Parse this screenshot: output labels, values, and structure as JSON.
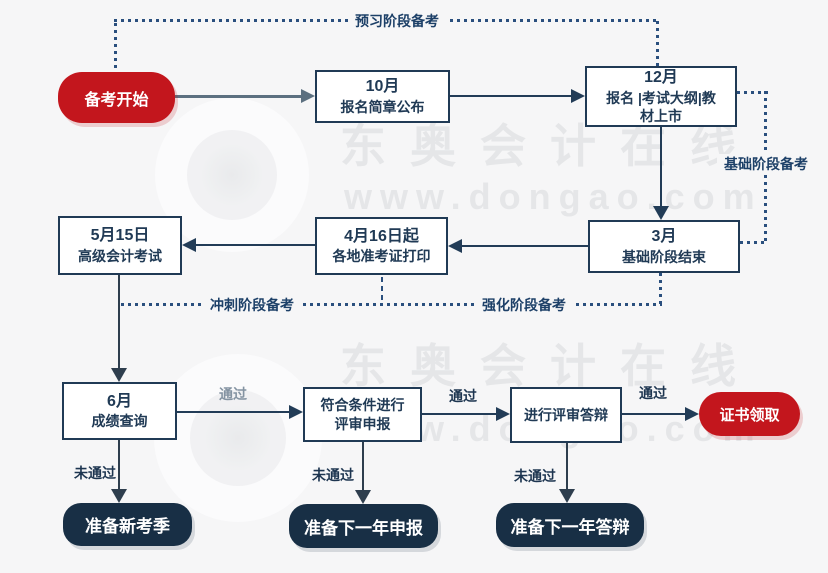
{
  "page": {
    "background": "#f6f6f7"
  },
  "colors": {
    "box_border_text": "#203a55",
    "dotted_line": "#2a4f7e",
    "red_pill": "#c3161d",
    "dark_pill": "#182f45",
    "gray_arrow": "#5c7080",
    "gray_pass_label": "#8493a2",
    "watermark": "#e5e6e8"
  },
  "watermark": {
    "brand": "东奥会计在线",
    "url": "www.dongao.com"
  },
  "stage_labels": {
    "preview": "预习阶段备考",
    "basic": "基础阶段备考",
    "intensify": "强化阶段备考",
    "sprint": "冲刺阶段备考"
  },
  "edge_labels": {
    "pass": "通过",
    "fail": "未通过"
  },
  "nodes": {
    "start": {
      "label": "备考开始"
    },
    "oct": {
      "title": "10月",
      "lines": [
        "报名简章公布"
      ]
    },
    "dec": {
      "title": "12月",
      "lines": [
        "报名 |考试大纲|教",
        "材上市"
      ]
    },
    "mar": {
      "title": "3月",
      "lines": [
        "基础阶段结束"
      ]
    },
    "apr": {
      "title": "4月16日起",
      "lines": [
        "各地准考证打印"
      ]
    },
    "may": {
      "title": "5月15日",
      "lines": [
        "高级会计考试"
      ]
    },
    "jun": {
      "title": "6月",
      "lines": [
        "成绩查询"
      ]
    },
    "apply": {
      "lines": [
        "符合条件进行",
        "评审申报"
      ]
    },
    "defense": {
      "lines": [
        "进行评审答辩"
      ]
    },
    "cert": {
      "label": "证书领取"
    },
    "new_season": {
      "label": "准备新考季"
    },
    "next_apply": {
      "label": "准备下一年申报"
    },
    "next_defense": {
      "label": "准备下一年答辩"
    }
  }
}
